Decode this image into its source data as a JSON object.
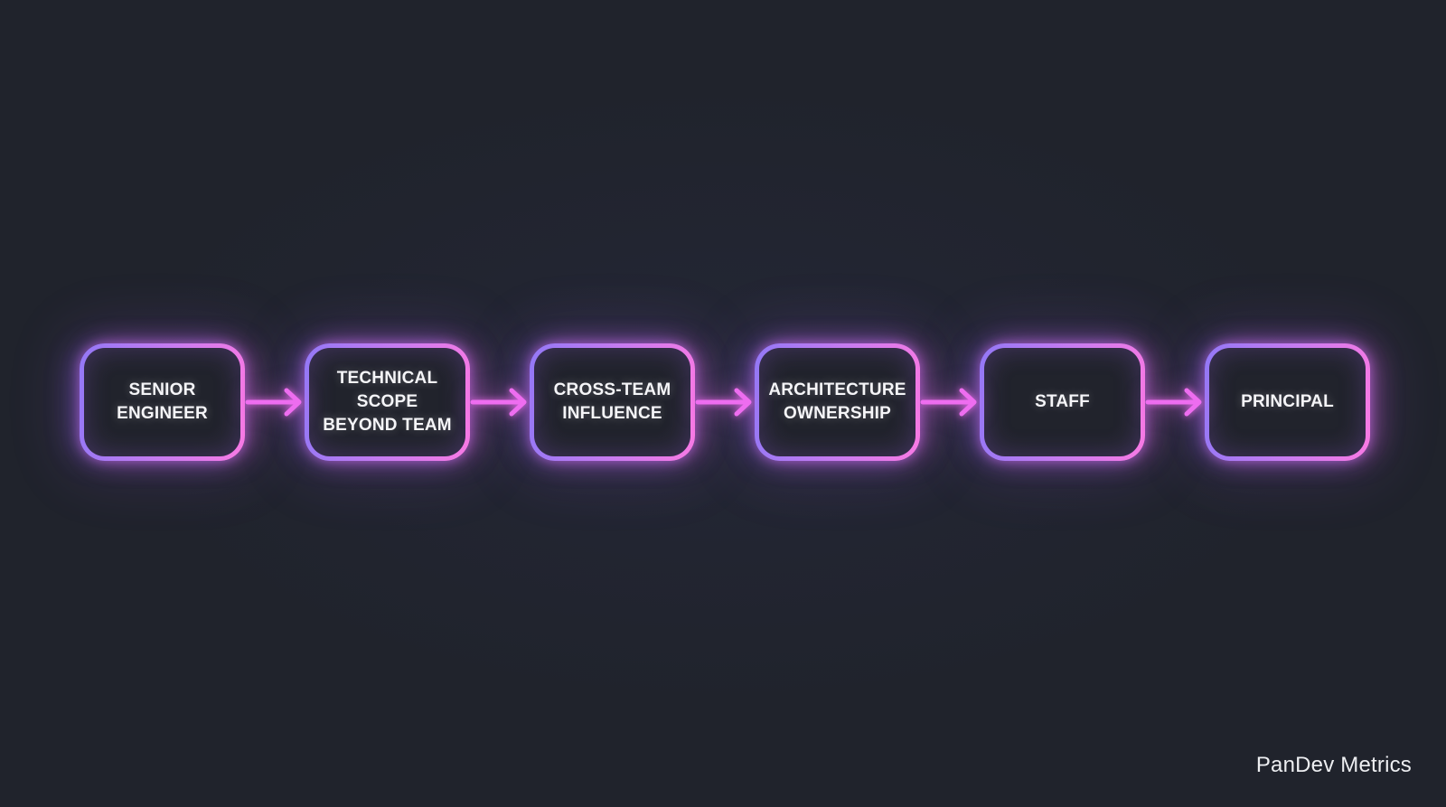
{
  "app": {
    "background_color": "#20232c"
  },
  "diagram": {
    "type": "flow",
    "direction": "left-to-right",
    "nodes": [
      {
        "id": "senior-engineer",
        "label": "SENIOR ENGINEER",
        "lines": [
          "SENIOR",
          "ENGINEER"
        ]
      },
      {
        "id": "technical-scope-beyond-team",
        "label": "TECHNICAL SCOPE BEYOND TEAM",
        "lines": [
          "TECHNICAL",
          "SCOPE",
          "BEYOND TEAM"
        ]
      },
      {
        "id": "cross-team-influence",
        "label": "CROSS-TEAM INFLUENCE",
        "lines": [
          "CROSS-TEAM",
          "INFLUENCE"
        ]
      },
      {
        "id": "architecture-ownership",
        "label": "ARCHITECTURE OWNERSHIP",
        "lines": [
          "ARCHITECTURE",
          "OWNERSHIP"
        ]
      },
      {
        "id": "staff",
        "label": "STAFF",
        "lines": [
          "STAFF"
        ]
      },
      {
        "id": "principal",
        "label": "PRINCIPAL",
        "lines": [
          "PRINCIPAL"
        ]
      }
    ],
    "connector": "arrow-right",
    "colors": {
      "border_gradient_start": "#9378f6",
      "border_gradient_mid": "#c77bf0",
      "border_gradient_end": "#f97ae4",
      "arrow": "#ee6df0",
      "node_text": "#f5f5f8",
      "glow_purple": "#8c64f6",
      "glow_pink": "#f46ee8"
    }
  },
  "footer": {
    "watermark": "PanDev Metrics"
  }
}
